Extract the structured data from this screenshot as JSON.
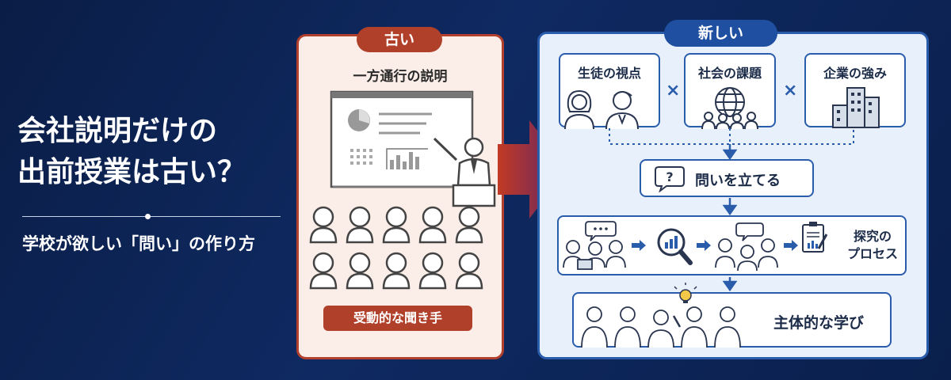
{
  "left": {
    "title_line1": "会社説明だけの",
    "title_line2": "出前授業は古い？",
    "subtitle": "学校が欲しい「問い」の作り方"
  },
  "old": {
    "tag": "古い",
    "heading": "一方通行の説明",
    "caption": "受動的な聞き手"
  },
  "new": {
    "tag": "新しい",
    "inputs": [
      "生徒の視点",
      "社会の課題",
      "企業の強み"
    ],
    "times_symbol": "×",
    "question_step": "問いを立てる",
    "process_label_line1": "探究の",
    "process_label_line2": "プロセス",
    "result": "主体的な学び"
  },
  "colors": {
    "old_accent": "#b1402a",
    "new_accent": "#1f4fa0",
    "background": "#0b1f4a"
  }
}
